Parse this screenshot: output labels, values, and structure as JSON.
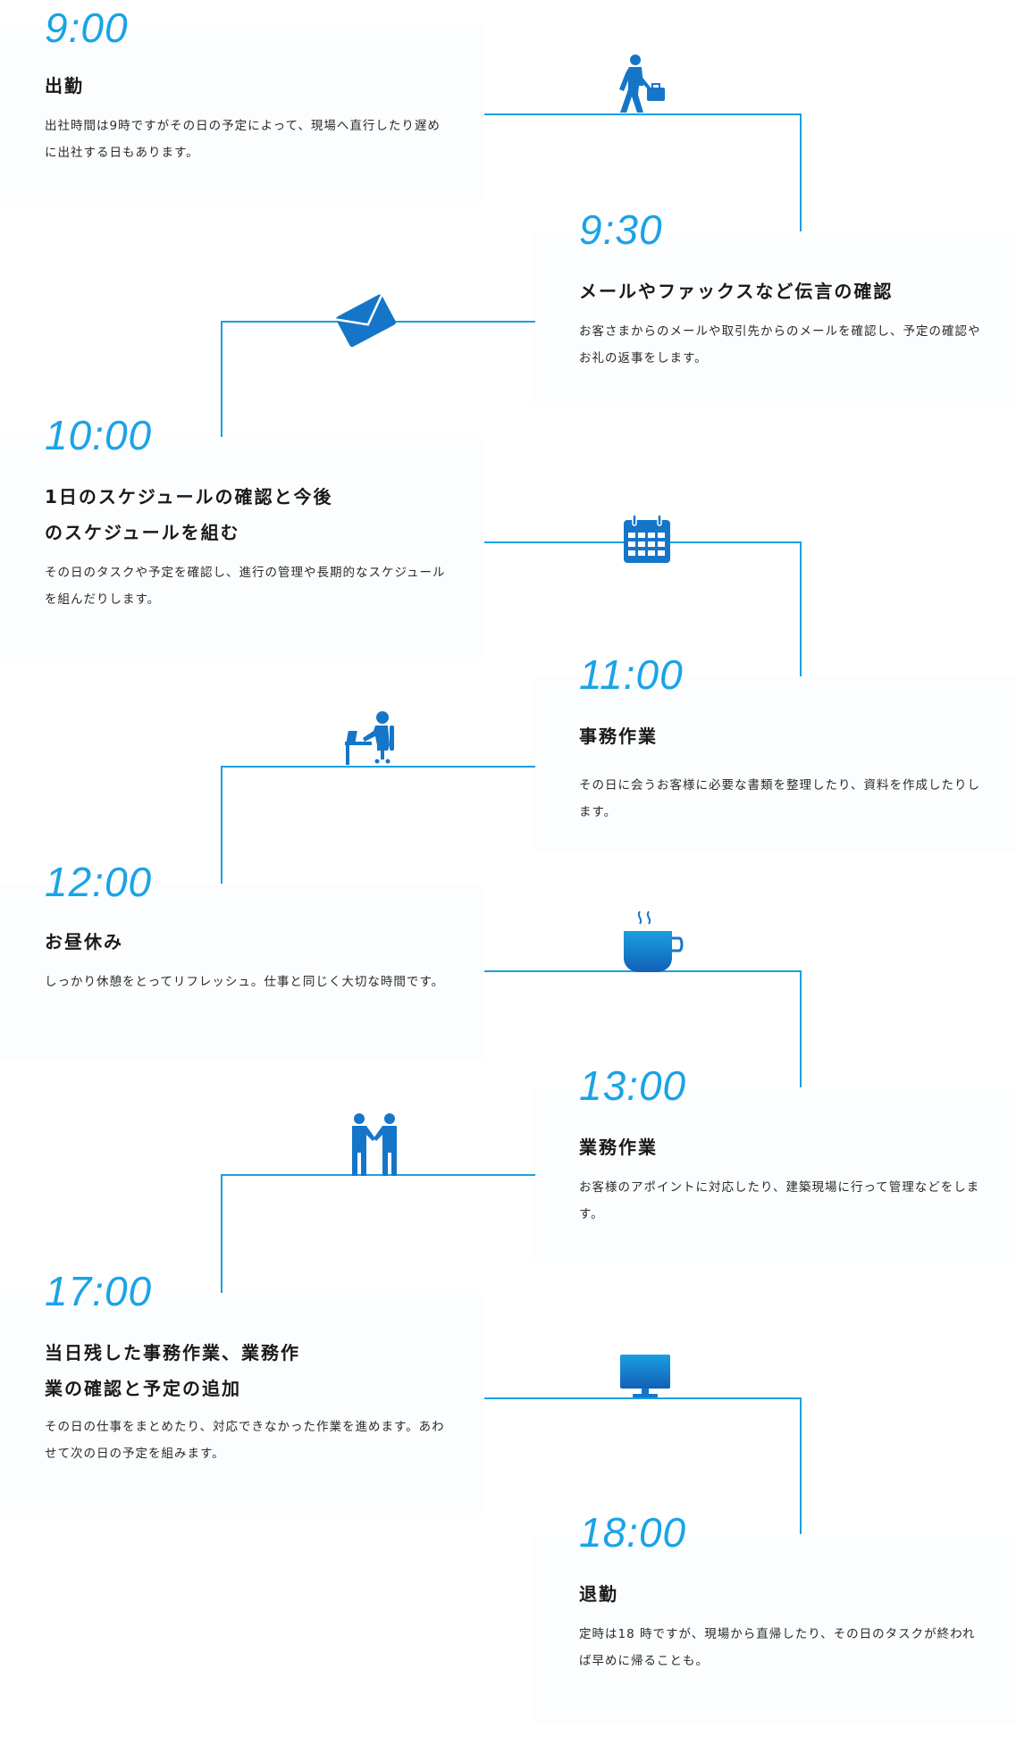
{
  "schedule": [
    {
      "time": "9:00",
      "title": "出勤",
      "description": "出社時間は9時ですがその日の予定によって、現場へ直行したり遅めに出社する日もあります。",
      "icon": "walking-businessman-icon"
    },
    {
      "time": "9:30",
      "title": "メールやファックスなど伝言の確認",
      "description": "お客さまからのメールや取引先からのメールを確認し、予定の確認やお礼の返事をします。",
      "icon": "envelope-icon"
    },
    {
      "time": "10:00",
      "title": "1日のスケジュールの確認と今後のスケジュールを組む",
      "description": "その日のタスクや予定を確認し、進行の管理や長期的なスケジュールを組んだりします。",
      "icon": "calendar-icon"
    },
    {
      "time": "11:00",
      "title": "事務作業",
      "description": "その日に会うお客様に必要な書類を整理したり、資料を作成したりします。",
      "icon": "desk-worker-icon"
    },
    {
      "time": "12:00",
      "title": "お昼休み",
      "description": "しっかり休憩をとってリフレッシュ。仕事と同じく大切な時間です。",
      "icon": "coffee-cup-icon"
    },
    {
      "time": "13:00",
      "title": "業務作業",
      "description": "お客様のアポイントに対応したり、建築現場に行って管理などをします。",
      "icon": "handshake-icon"
    },
    {
      "time": "17:00",
      "title": "当日残した事務作業、業務作業の確認と予定の追加",
      "description": "その日の仕事をまとめたり、対応できなかった作業を進めます。あわせて次の日の予定を組みます。",
      "icon": "monitor-icon"
    },
    {
      "time": "18:00",
      "title": "退勤",
      "description": "定時は18 時ですが、現場から直帰したり、その日のタスクが終われば早めに帰ることも。",
      "icon": ""
    }
  ],
  "colors": {
    "accent": "#1aa3e8",
    "icon": "#1576c9",
    "line": "#1a9fe0",
    "card": "#fbfdfe"
  }
}
